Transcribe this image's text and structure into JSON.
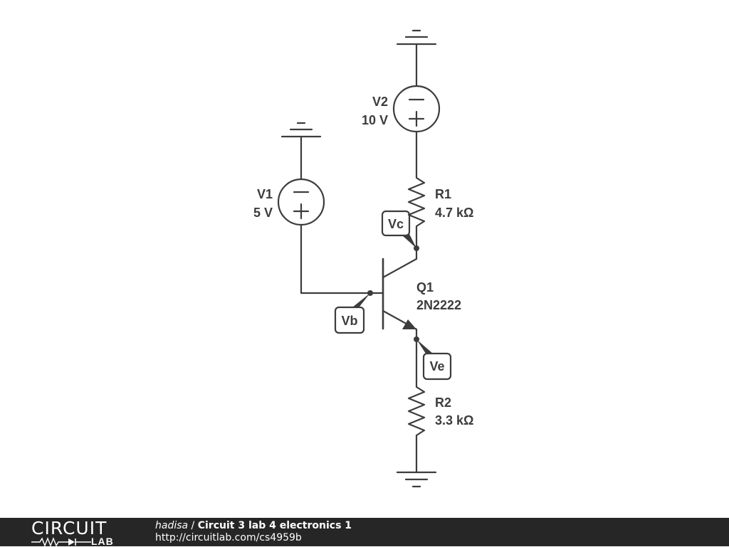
{
  "components": {
    "v1": {
      "name": "V1",
      "value": "5 V"
    },
    "v2": {
      "name": "V2",
      "value": "10 V"
    },
    "r1": {
      "name": "R1",
      "value": "4.7 kΩ"
    },
    "r2": {
      "name": "R2",
      "value": "3.3 kΩ"
    },
    "q1": {
      "name": "Q1",
      "value": "2N2222"
    }
  },
  "probes": {
    "vc": "Vc",
    "vb": "Vb",
    "ve": "Ve"
  },
  "footer": {
    "logo_top": "CIRCUIT",
    "logo_bottom": "LAB",
    "author": "hadisa",
    "separator": " / ",
    "title": "Circuit 3 lab 4 electronics 1",
    "url": "http://circuitlab.com/cs4959b"
  },
  "colors": {
    "wire": "#3c3c3c",
    "footer_bg": "#262626",
    "footer_text": "#ffffff"
  }
}
